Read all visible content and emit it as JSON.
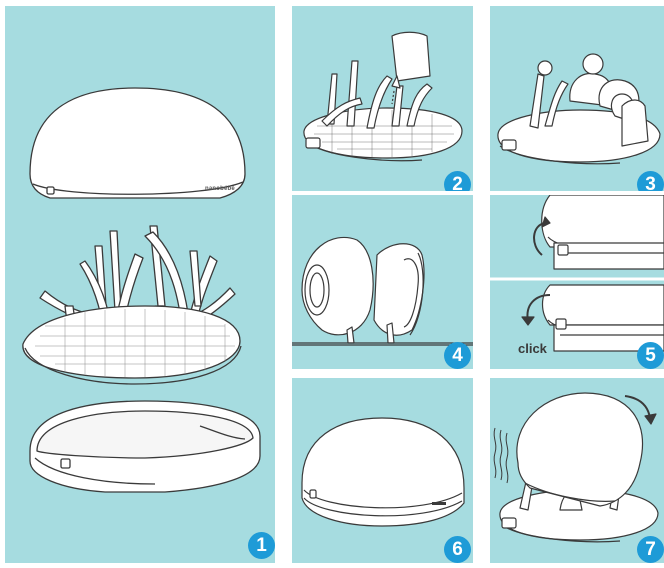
{
  "steps": [
    {
      "number": "1",
      "name": "assemble-parts"
    },
    {
      "number": "2",
      "name": "fill-water"
    },
    {
      "number": "3",
      "name": "load-items"
    },
    {
      "number": "4",
      "name": "place-cups"
    },
    {
      "number": "5",
      "name": "lock-lid",
      "caption": "click"
    },
    {
      "number": "6",
      "name": "closed-unit"
    },
    {
      "number": "7",
      "name": "open-lid"
    }
  ],
  "brand_label": "nanobébé",
  "colors": {
    "panel_bg": "#a6dce0",
    "badge": "#1e9bd7",
    "line": "#3a3a3a",
    "part": "#ffffff"
  }
}
